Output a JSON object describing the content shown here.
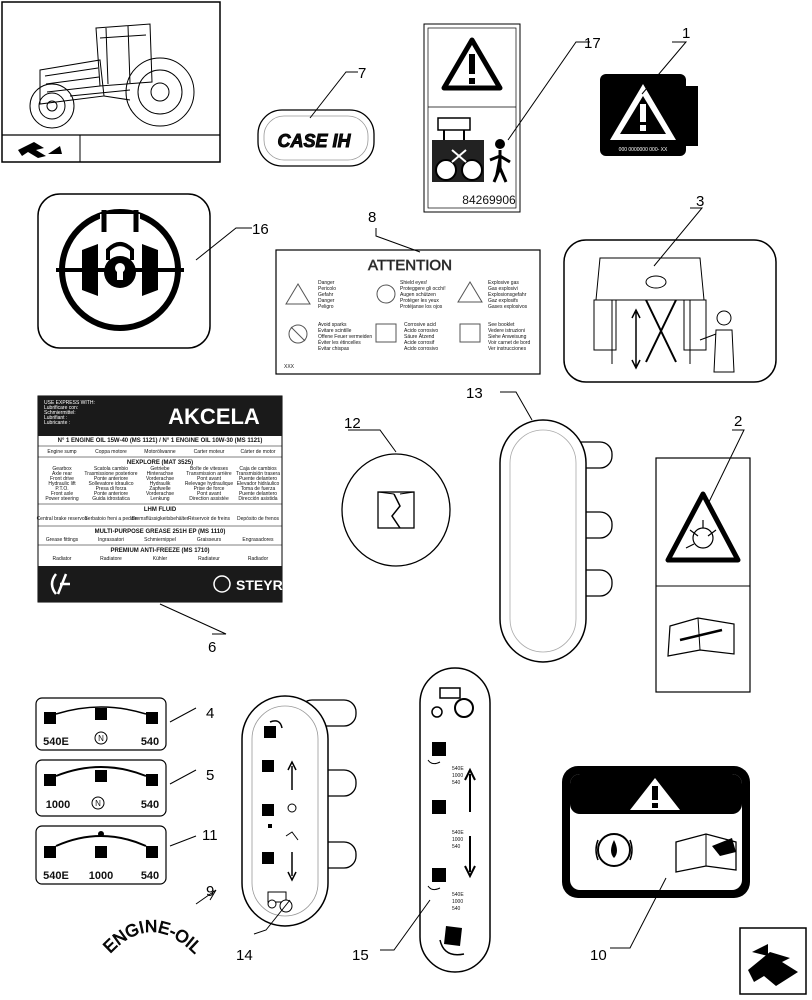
{
  "callouts": [
    {
      "id": "c1",
      "label": "1"
    },
    {
      "id": "c2",
      "label": "2"
    },
    {
      "id": "c3",
      "label": "3"
    },
    {
      "id": "c4",
      "label": "4"
    },
    {
      "id": "c5",
      "label": "5"
    },
    {
      "id": "c6",
      "label": "6"
    },
    {
      "id": "c7",
      "label": "7"
    },
    {
      "id": "c8",
      "label": "8"
    },
    {
      "id": "c9",
      "label": "9"
    },
    {
      "id": "c10",
      "label": "10"
    },
    {
      "id": "c11",
      "label": "11"
    },
    {
      "id": "c12",
      "label": "12"
    },
    {
      "id": "c13",
      "label": "13"
    },
    {
      "id": "c14",
      "label": "14"
    },
    {
      "id": "c15",
      "label": "15"
    },
    {
      "id": "c16",
      "label": "16"
    },
    {
      "id": "c17",
      "label": "17"
    }
  ],
  "decals": {
    "part_17_code": "84269906",
    "part_1_code": "000 0000000 000- XX",
    "case_logo": "CASE IH",
    "attention": {
      "title": "ATTENTION",
      "danger": [
        "Danger",
        "Pericolo",
        "Gefahr",
        "Danger",
        "Peligro"
      ],
      "shield": [
        "Shield eyes!",
        "Proteggere gli occhi!",
        "Augen schützen",
        "Protéger les yeux",
        "Protéjanse los ojos"
      ],
      "explosive": [
        "Explosive gas",
        "Gas esplosivi",
        "Explosionsgefahr",
        "Gaz explosifs",
        "Gases explosivos"
      ],
      "sparks": [
        "Avoid sparks",
        "Evitare scintille",
        "Offene Feuer vermeiden",
        "Éviter les étincelles",
        "Evitar chispas"
      ],
      "corrosive": [
        "Corrosive acid",
        "Acido corrosivo",
        "Säure Ätzend",
        "Acide corrosif",
        "Acido corrosivo"
      ],
      "booklet": [
        "See booklet",
        "Vedere istruzioni",
        "Siehe Anweisung",
        "Voir carnet de bord",
        "Ver instrucciones"
      ],
      "code": "XXX"
    },
    "akcela": {
      "brand": "AKCELA",
      "top_lines": [
        "USE EXPRESS WITH:",
        "Lubrificare con:",
        "Schmiermittel:",
        "Lubrifiant :",
        "Lubricante :"
      ],
      "row1": "N° 1 ENGINE OIL 15W-40 (MS 1121) / N° 1 ENGINE OIL 10W-30 (MS 1121)",
      "row1_cells": [
        "Engine sump",
        "Coppa motore",
        "Motorölwanne",
        "Carter moteur",
        "Cárter de motor"
      ],
      "row2": "NEXPLORE (MAT 3525)",
      "row2_cells": [
        [
          "Gearbox",
          "Axle rear",
          "Front drive",
          "Hydraulic lift",
          "P.T.O.",
          "Front axle",
          "Power steering"
        ],
        [
          "Scatola cambio",
          "Trasmissione posteriore",
          "Ponte anteriore",
          "Sollevatore idraulico",
          "Presa di forza",
          "Ponte anteriore",
          "Guida idrostatica"
        ],
        [
          "Getriebe",
          "Hinterachse",
          "Vorderachse",
          "Hydraulik",
          "Zapfwelle",
          "Vorderachse",
          "Lenkung"
        ],
        [
          "Boîte de vitesses",
          "Transmission arrière",
          "Pont avant",
          "Relevage hydraulique",
          "Prise de force",
          "Pont avant",
          "Direction assistée"
        ],
        [
          "Caja de cambios",
          "Transmisión trasera",
          "Puente delantero",
          "Elevador hidráulico",
          "Toma de fuerza",
          "Puente delantero",
          "Dirección asistida"
        ]
      ],
      "row3": "LHM FLUID",
      "row3_cells": [
        "Central brake reservoir",
        "Serbatoio freni a pedale",
        "Bremsflüssigkeitsbehälter",
        "Réservoir de freins",
        "Depósito de frenos"
      ],
      "row4": "MULTI-PURPOSE GREASE 251H EP (MS 1110)",
      "row4_cells": [
        "Grease fittings",
        "Ingrassatori",
        "Schmiernippel",
        "Graisseurs",
        "Engrasadores"
      ],
      "row5": "PREMIUM ANTI-FREEZE (MS 1710)",
      "row5_cells": [
        "Radiator",
        "Radiatore",
        "Kühler",
        "Radiateur",
        "Radiador"
      ],
      "footer_brand": "STEYR"
    },
    "pto_4": {
      "left": "540E",
      "mid": "N",
      "right": "540"
    },
    "pto_5": {
      "left": "1000",
      "mid": "N",
      "right": "540"
    },
    "pto_11": {
      "left": "540E",
      "mid": "1000",
      "right": "540"
    },
    "engine_oil": "ENGINE-OIL",
    "pto_15_speeds": [
      "540E",
      "1000",
      "540"
    ]
  },
  "colors": {
    "ink": "#000000",
    "background": "#ffffff",
    "akcela_dark": "#1a1a1a"
  }
}
